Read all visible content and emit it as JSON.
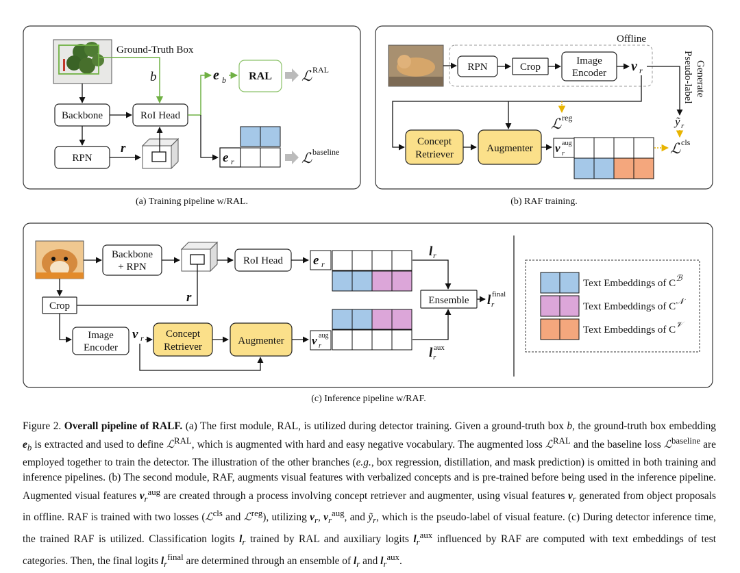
{
  "panel_a": {
    "caption": "(a) Training pipeline w/RAL.",
    "gt_box_label": "Ground-Truth Box",
    "b_label": "b",
    "backbone": "Backbone",
    "roi_head": "RoI Head",
    "rpn": "RPN",
    "r_label": "r",
    "eb_label": "e",
    "eb_sub": "b",
    "ral": "RAL",
    "loss_ral_sym": "ℒ",
    "loss_ral_sup": "RAL",
    "er_label": "e",
    "er_sub": "r",
    "loss_base_sym": "ℒ",
    "loss_base_sup": "baseline"
  },
  "panel_b": {
    "caption": "(b) RAF training.",
    "offline": "Offline",
    "rpn": "RPN",
    "crop": "Crop",
    "image_encoder_1": "Image",
    "image_encoder_2": "Encoder",
    "vr_label": "v",
    "vr_sub": "r",
    "generate_1": "Generate",
    "generate_2": "Pseudo-label",
    "yr_label": "ỹ",
    "yr_sub": "r",
    "loss_reg_sym": "ℒ",
    "loss_reg_sup": "reg",
    "loss_cls_sym": "ℒ",
    "loss_cls_sup": "cls",
    "concept_1": "Concept",
    "concept_2": "Retriever",
    "augmenter": "Augmenter",
    "vaug_label": "v",
    "vaug_sub": "r",
    "vaug_sup": "aug"
  },
  "panel_c": {
    "caption": "(c) Inference pipeline w/RAF.",
    "backbone_1": "Backbone",
    "backbone_2": "+ RPN",
    "roi_head": "RoI Head",
    "er_label": "e",
    "er_sub": "r",
    "lr_label": "l",
    "lr_sub": "r",
    "r_label": "r",
    "crop": "Crop",
    "ensemble": "Ensemble",
    "lfinal_label": "l",
    "lfinal_sub": "r",
    "lfinal_sup": "final",
    "image_encoder_1": "Image",
    "image_encoder_2": "Encoder",
    "vr_label": "v",
    "vr_sub": "r",
    "concept_1": "Concept",
    "concept_2": "Retriever",
    "augmenter": "Augmenter",
    "vaug_label": "v",
    "vaug_sub": "r",
    "vaug_sup": "aug",
    "laux_label": "l",
    "laux_sub": "r",
    "laux_sup": "aux"
  },
  "legend": [
    {
      "text": "Text Embeddings of C",
      "sup": "ℬ",
      "color": "#a5c8e8"
    },
    {
      "text": "Text Embeddings of C",
      "sup": "𝒩",
      "color": "#dca6d9"
    },
    {
      "text": "Text Embeddings of C",
      "sup": "𝒱",
      "color": "#f4a77d"
    }
  ],
  "colors": {
    "blue": "#a5c8e8",
    "purple": "#dca6d9",
    "orange": "#f4a77d",
    "yellow": "#fbe08a",
    "green": "#6fb043",
    "dotted_yellow": "#e8b400"
  },
  "caption": {
    "fig": "Figure 2.",
    "bold": "Overall pipeline of RALF.",
    "t1": " (a) The first module, RAL, is utilized during detector training. Given a ground-truth box ",
    "t2": ", the ground-truth box embedding ",
    "t3": " is extracted and used to define ",
    "t4": ", which is augmented with hard and easy negative vocabulary. The augmented loss ",
    "t5": " and the baseline loss ",
    "t6": " are employed together to train the detector. The illustration of the other branches (",
    "eg": "e.g.",
    "t7": ", box regression, distillation, and mask prediction) is omitted in both training and inference pipelines. (b) The second module, RAF, augments visual features with verbalized concepts and is pre-trained before being used in the inference pipeline. Augmented visual features ",
    "t8": " are created through a process involving concept retriever and augmenter, using visual features ",
    "t9": " generated from object proposals in offline. RAF is trained with two losses (",
    "t10": " and ",
    "t11": "), utilizing ",
    "t12": ", and ",
    "t13": ", which is the pseudo-label of visual feature. (c) During detector inference time, the trained RAF is utilized. Classification logits ",
    "t14": " trained by RAL and auxiliary logits ",
    "t15": " influenced by RAF are computed with text embeddings of test categories. Then, the final logits ",
    "t16": " are determined through an ensemble of ",
    "t17": " and ",
    "t18": ".",
    "sym_b": "b",
    "sym_e": "e",
    "sym_L": "ℒ",
    "sym_v": "v",
    "sym_y": "ỹ",
    "sym_l": "l",
    "sub_b": "b",
    "sub_r": "r",
    "sup_ral": "RAL",
    "sup_baseline": "baseline",
    "sup_aug": "aug",
    "sup_cls": "cls",
    "sup_reg": "reg",
    "sup_aux": "aux",
    "sup_final": "final",
    "comma": ", "
  }
}
